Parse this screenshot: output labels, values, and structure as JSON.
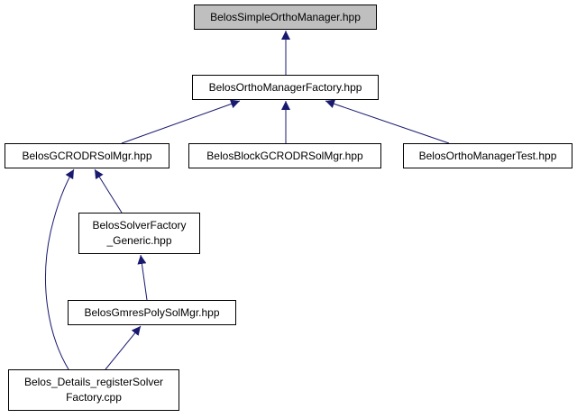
{
  "colors": {
    "edge": "#191970",
    "node_border": "#000000",
    "current_fill": "#bfbfbf",
    "node_fill": "#ffffff"
  },
  "nodes": {
    "simple_ortho_manager": "BelosSimpleOrthoManager.hpp",
    "ortho_manager_factory": "BelosOrthoManagerFactory.hpp",
    "gcrodr_sol_mgr": "BelosGCRODRSolMgr.hpp",
    "block_gcrodr_sol_mgr": "BelosBlockGCRODRSolMgr.hpp",
    "ortho_manager_test": "BelosOrthoManagerTest.hpp",
    "solver_factory_generic": {
      "line1": "BelosSolverFactory",
      "line2": "_Generic.hpp"
    },
    "gmres_poly_sol_mgr": "BelosGmresPolySolMgr.hpp",
    "details_register_solver_factory": {
      "line1": "Belos_Details_registerSolver",
      "line2": "Factory.cpp"
    }
  },
  "edges": [
    {
      "from": "ortho_manager_factory",
      "to": "simple_ortho_manager"
    },
    {
      "from": "gcrodr_sol_mgr",
      "to": "ortho_manager_factory"
    },
    {
      "from": "block_gcrodr_sol_mgr",
      "to": "ortho_manager_factory"
    },
    {
      "from": "ortho_manager_test",
      "to": "ortho_manager_factory"
    },
    {
      "from": "solver_factory_generic",
      "to": "gcrodr_sol_mgr"
    },
    {
      "from": "details_register_solver_factory",
      "to": "gcrodr_sol_mgr"
    },
    {
      "from": "gmres_poly_sol_mgr",
      "to": "solver_factory_generic"
    },
    {
      "from": "details_register_solver_factory",
      "to": "gmres_poly_sol_mgr"
    }
  ]
}
